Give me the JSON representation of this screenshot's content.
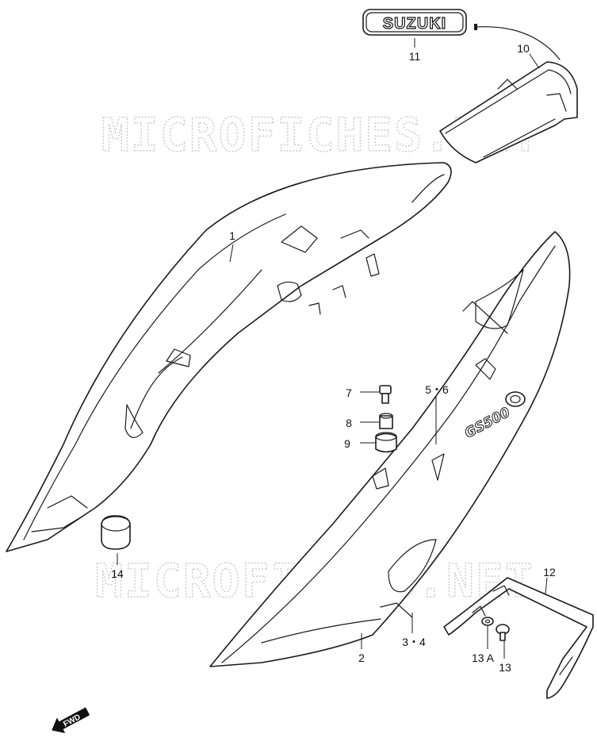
{
  "watermark": "MICROFICHES.NET",
  "logo": "SUZUKI",
  "decal": "GS500",
  "fwd": "FWD",
  "callouts": {
    "c1": "1",
    "c2": "2",
    "c3_4": "3・4",
    "c5_6": "5・6",
    "c7": "7",
    "c8": "8",
    "c9": "9",
    "c10": "10",
    "c11": "11",
    "c12": "12",
    "c13a": "13 A",
    "c13": "13",
    "c14": "14"
  }
}
